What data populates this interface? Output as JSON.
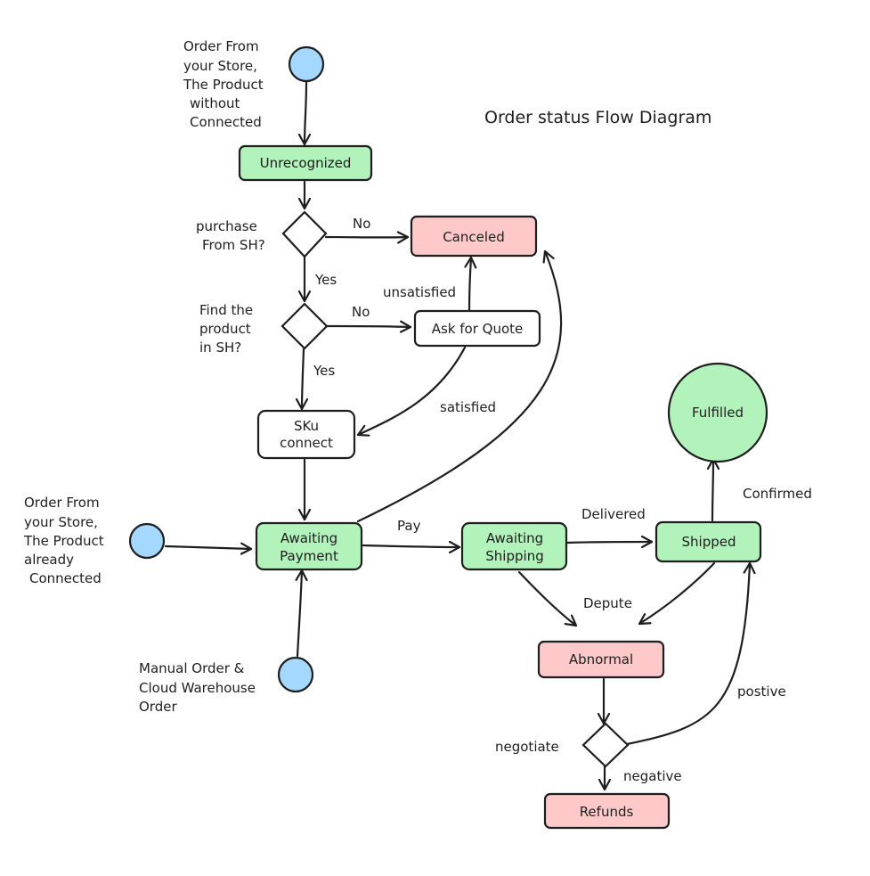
{
  "title": "Order status Flow Diagram",
  "nodes": {
    "unrecognized": "Unrecognized",
    "canceled": "Canceled",
    "ask_for_quote": "Ask for Quote",
    "sku_connect": [
      "SKu",
      "connect"
    ],
    "awaiting_payment": [
      "Awaiting",
      "Payment"
    ],
    "awaiting_shipping": [
      "Awaiting",
      "Shipping"
    ],
    "shipped": "Shipped",
    "fulfilled": "Fulfilled",
    "abnormal": "Abnormal",
    "refunds": "Refunds"
  },
  "start_labels": {
    "store_not_connected": [
      "Order From",
      "your Store,",
      "The Product",
      "without",
      "Connected"
    ],
    "store_connected": [
      "Order From",
      "your Store,",
      "The Product",
      "already",
      "Connected"
    ],
    "manual": [
      "Manual Order &",
      "Cloud Warehouse",
      "Order"
    ]
  },
  "decisions": {
    "purchase_from_sh": [
      "purchase",
      "From SH?"
    ],
    "find_product": [
      "Find the",
      "product",
      "in SH?"
    ],
    "negotiate": "negotiate"
  },
  "edge_labels": {
    "no_1": "No",
    "yes_1": "Yes",
    "no_2": "No",
    "yes_2": "Yes",
    "unsatisfied": "unsatisfied",
    "satisfied": "satisfied",
    "pay": "Pay",
    "delivered": "Delivered",
    "confirmed": "Confirmed",
    "depute": "Depute",
    "postive": "postive",
    "negative": "negative"
  },
  "colors": {
    "green": "#b2f2bb",
    "red": "#ffc9c9",
    "blue": "#a5d8ff",
    "stroke": "#1e1e1e"
  }
}
